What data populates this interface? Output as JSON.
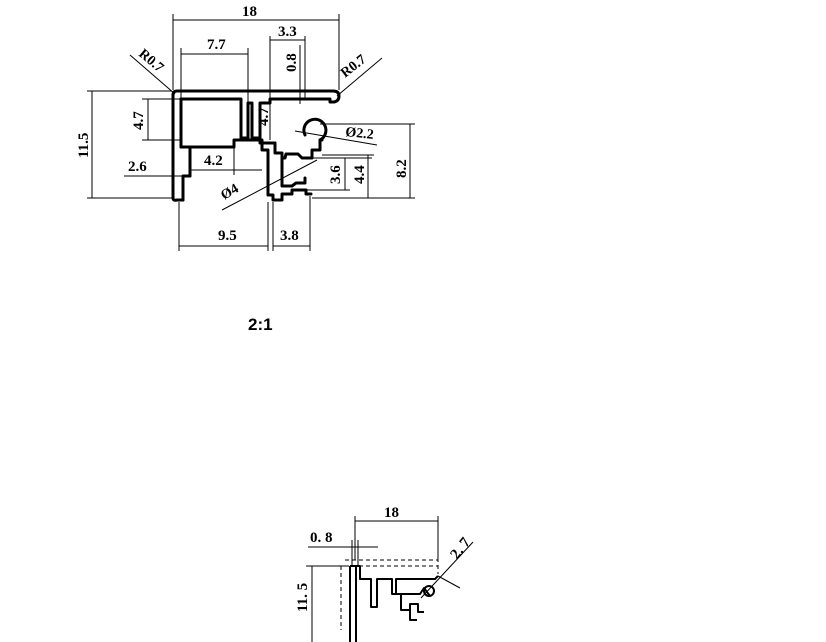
{
  "view_main": {
    "dims": {
      "width_total": "18",
      "width_top": "7.7",
      "gap_right": "3.3",
      "lip": "0.8",
      "radius_left": "R0.7",
      "radius_right": "R0.7",
      "height_total": "11.5",
      "leg_left": "4.7",
      "leg_mid": "4.7",
      "hole_small": "Ø2.2",
      "channel_height": "8.2",
      "slot_w": "2.6",
      "slot_mid": "4.2",
      "hole_big": "Ø4",
      "slot_h_in": "3.6",
      "slot_h_out": "4.4",
      "bottom_left": "9.5",
      "bottom_right": "3.8"
    }
  },
  "scale_label": "2:1",
  "view_small": {
    "dims": {
      "width": "18",
      "lip": "0. 8",
      "angle": "2. 7",
      "height": "11. 5"
    }
  }
}
